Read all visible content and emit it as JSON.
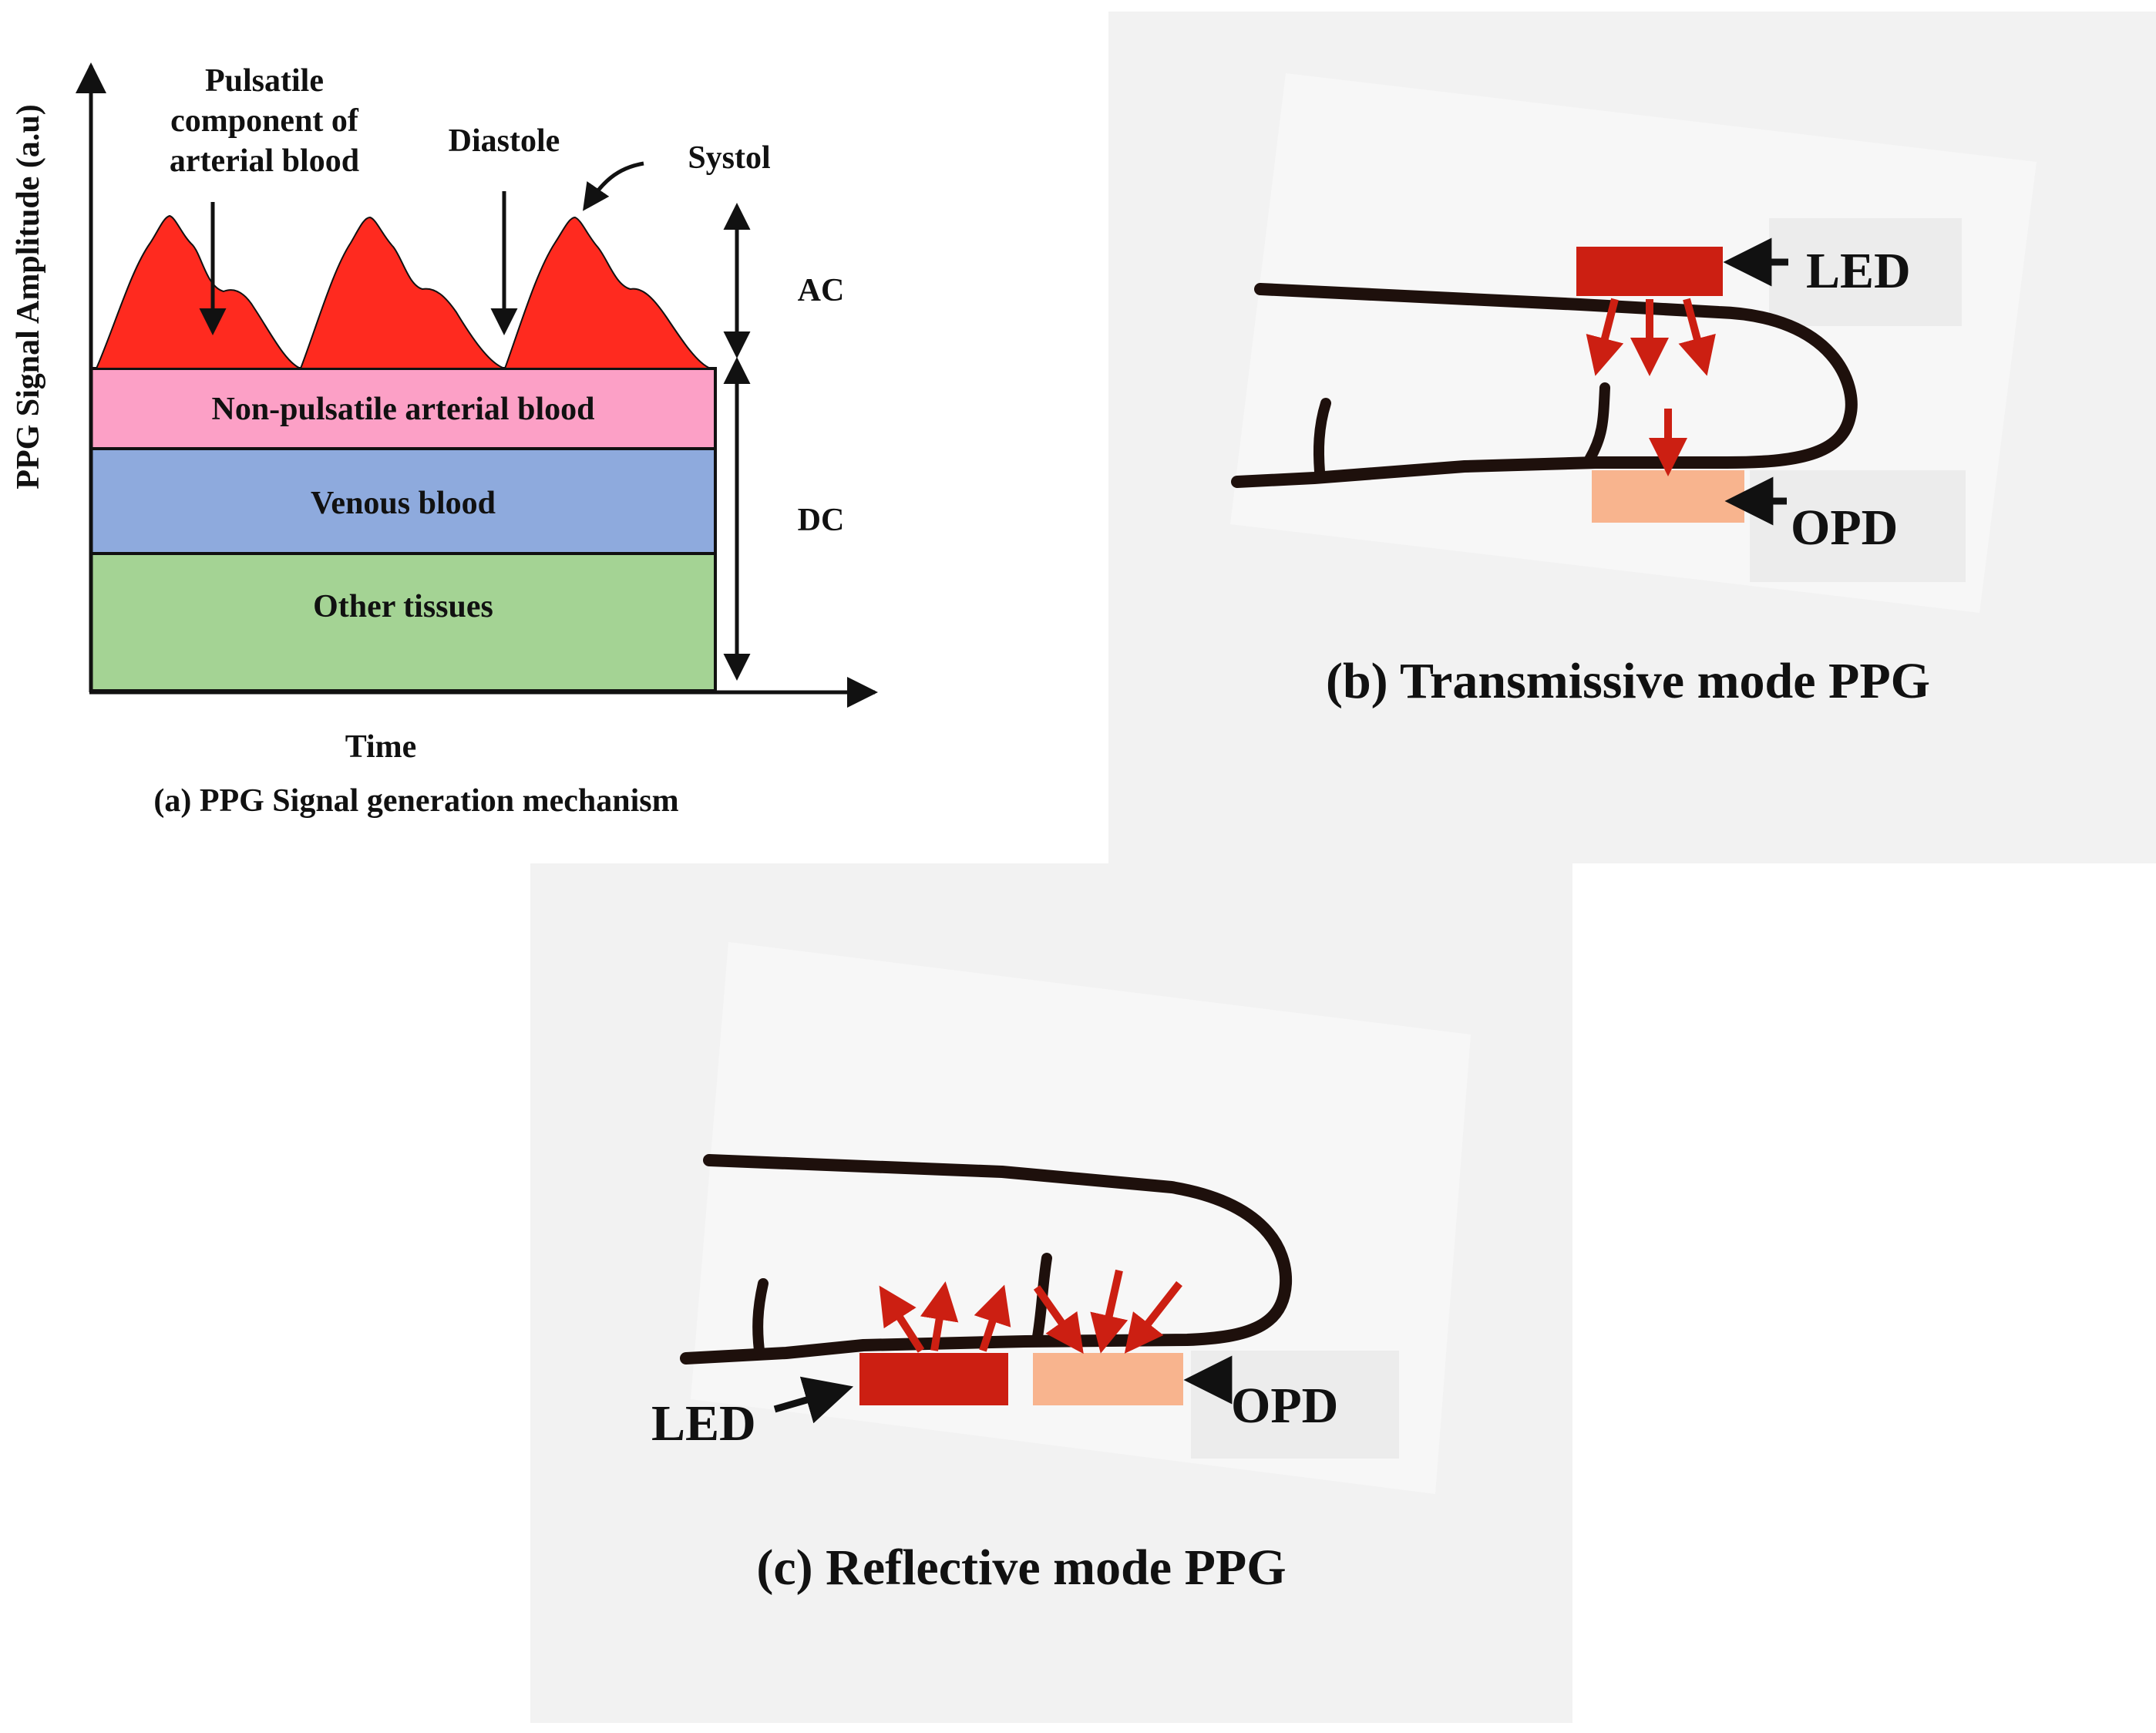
{
  "colors": {
    "pulsatile": "#ff2a1f",
    "non_pulsatile": "#fca0c6",
    "venous": "#8eaadd",
    "other_tissues": "#a4d394",
    "led": "#cc1f12",
    "opd": "#f8b48e",
    "light_ray": "#cc1f12",
    "finger_outline": "#1e100c",
    "panel_bg": "#f2f2f2",
    "panel_inner": "#f7f7f7"
  },
  "panel_a": {
    "y_axis_label": "PPG Signal Amplitude (a.u)",
    "x_axis_label": "Time",
    "caption": "(a) PPG Signal generation mechanism",
    "annotations": {
      "pulsatile_line1": "Pulsatile",
      "pulsatile_line2": "component of",
      "pulsatile_line3": "arterial blood",
      "diastole": "Diastole",
      "systole": "Systol"
    },
    "layers": {
      "non_pulsatile": "Non-pulsatile arterial blood",
      "venous": "Venous blood",
      "other": "Other tissues"
    },
    "ac_label": "AC",
    "dc_label": "DC"
  },
  "panel_b": {
    "led_label": "LED",
    "opd_label": "OPD",
    "caption": "(b) Transmissive mode PPG"
  },
  "panel_c": {
    "led_label": "LED",
    "opd_label": "OPD",
    "caption": "(c) Reflective mode PPG"
  }
}
